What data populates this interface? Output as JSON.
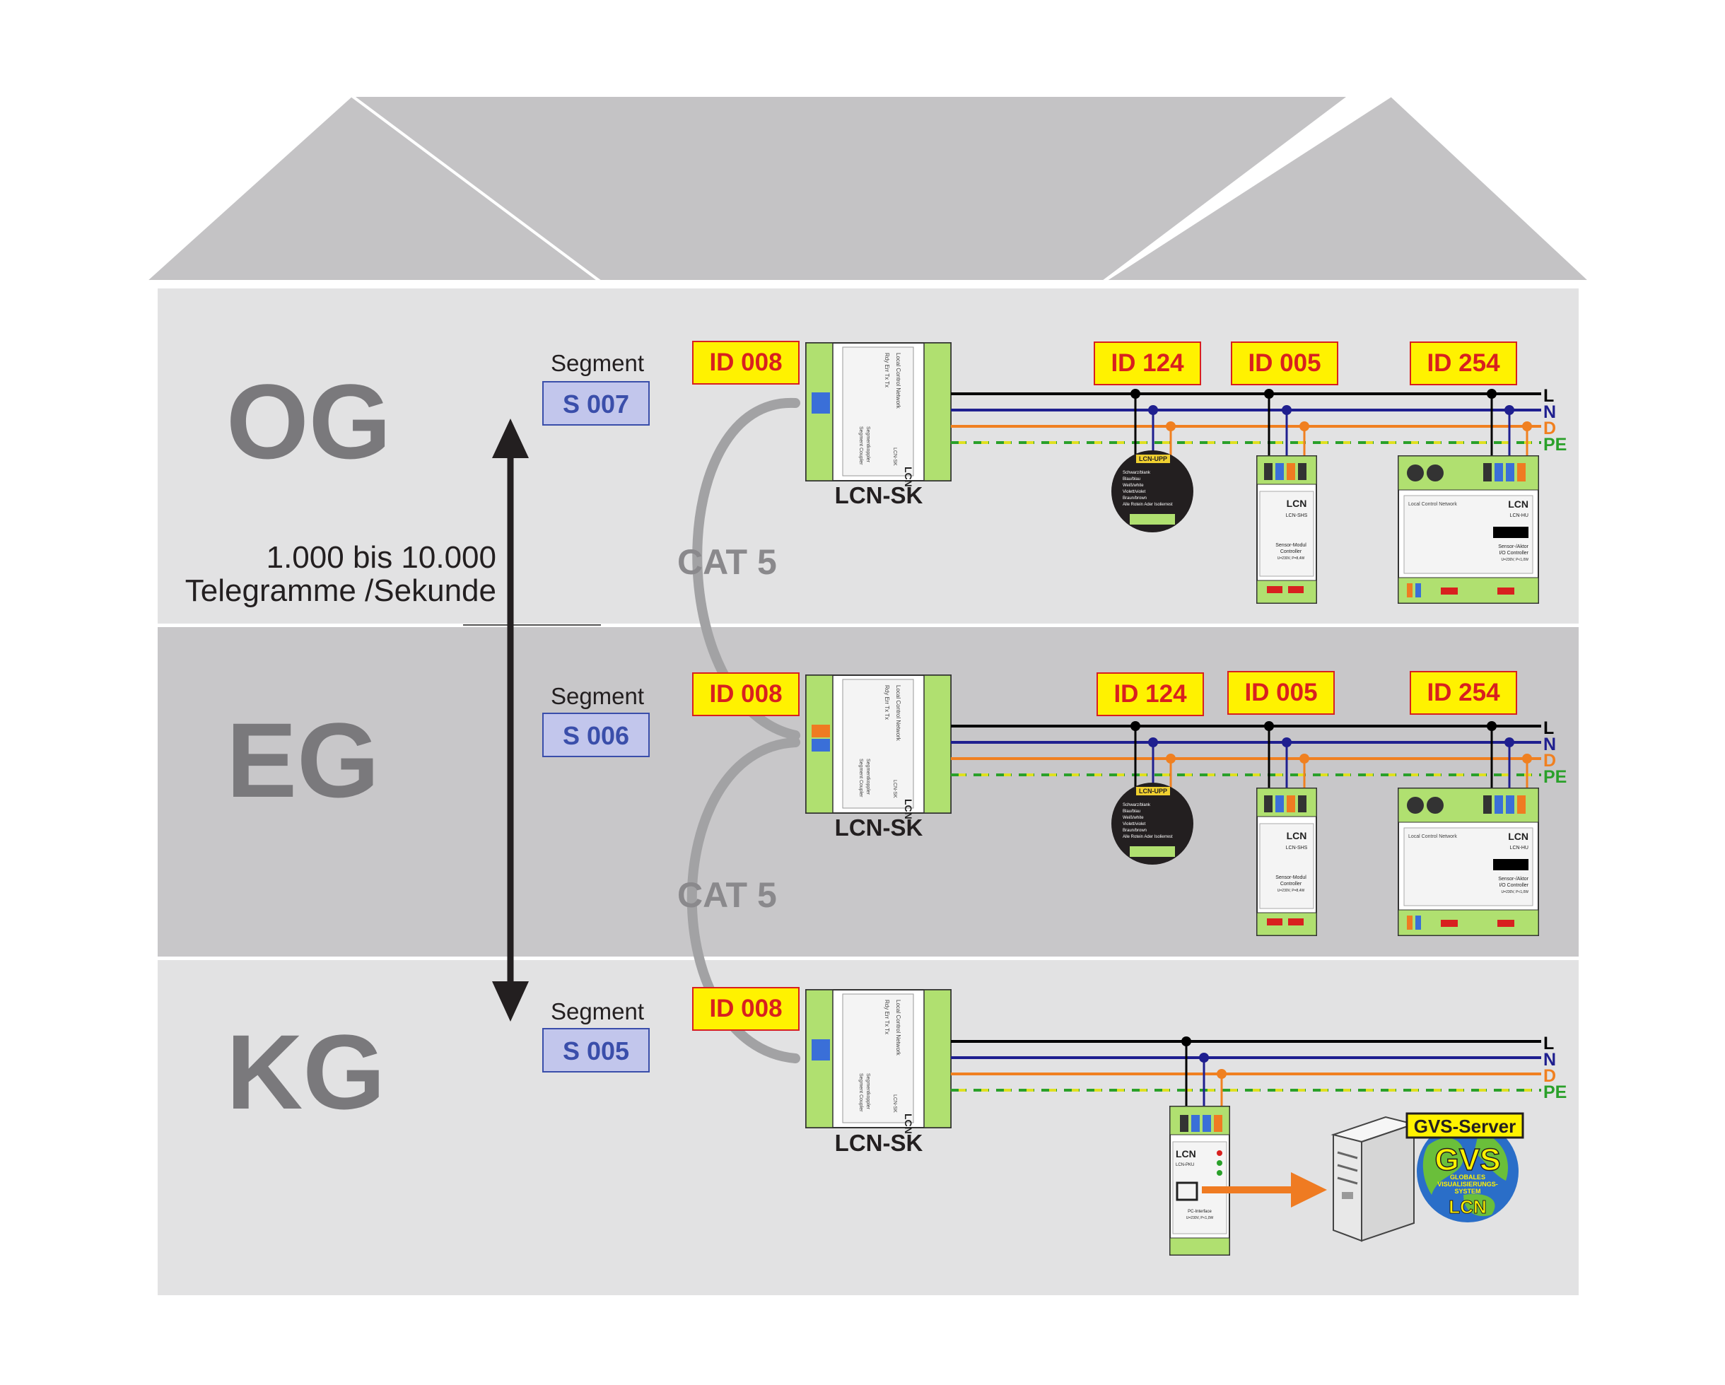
{
  "floors": [
    {
      "name": "OG",
      "segment_label": "Segment",
      "segment_id": "S 007",
      "coupler_id": "ID 008",
      "coupler_name": "LCN-SK",
      "modules": [
        {
          "id": "ID 124"
        },
        {
          "id": "ID 005"
        },
        {
          "id": "ID 254"
        }
      ]
    },
    {
      "name": "EG",
      "segment_label": "Segment",
      "segment_id": "S 006",
      "coupler_id": "ID 008",
      "coupler_name": "LCN-SK",
      "modules": [
        {
          "id": "ID 124"
        },
        {
          "id": "ID 005"
        },
        {
          "id": "ID 254"
        }
      ]
    },
    {
      "name": "KG",
      "segment_label": "Segment",
      "segment_id": "S 005",
      "coupler_id": "ID 008",
      "coupler_name": "LCN-SK"
    }
  ],
  "bus_lines": [
    {
      "label": "L",
      "color": "#000000"
    },
    {
      "label": "N",
      "color": "#1f1f8f"
    },
    {
      "label": "D",
      "color": "#f08020"
    },
    {
      "label": "PE",
      "color": "#2aa02a",
      "label_color": "#e0e020"
    }
  ],
  "cables": [
    {
      "label": "CAT 5"
    },
    {
      "label": "CAT 5"
    }
  ],
  "throughput": {
    "line1": "1.000 bis 10.000",
    "line2": "Telegramme /Sekunde"
  },
  "server": {
    "tag": "GVS-Server",
    "logo_main": "GVS",
    "logo_sub1": "GLOBALES",
    "logo_sub2": "VISUALISIERUNGS-",
    "logo_sub3": "SYSTEM",
    "logo_brand": "LCN"
  },
  "device_text": {
    "lcn": "LCN",
    "sk_net": "Local Control Network",
    "sk_leds": "Rdy Err Tx Tx",
    "sk_desc1": "Segmentkoppler",
    "sk_desc2": "Segment Coupler",
    "sk_model": "LCN-SK",
    "upp_model": "LCN-UPP",
    "upp_row1": "Schwarz/blank",
    "upp_row2": "Blau/blau",
    "upp_row3": "Weiß/white",
    "upp_row4": "Violett/violet",
    "upp_row5": "Braun/brown",
    "upp_row6": "Alle  Rotein  Ader  Isolierrest",
    "shs_model": "LCN-SHS",
    "shs_desc1": "Sensor-Modul",
    "shs_desc2": "Controller",
    "shs_rating": "U=230V, P=8,4W",
    "hu_net": "Local Control Network",
    "hu_model": "LCN-HU",
    "hu_desc1": "Sensor-/Aktor",
    "hu_desc2": "I/O Controller",
    "hu_rating": "U=230V, P<1,0W",
    "pk_model": "LCN-PKU",
    "pk_desc1": "PC-Interface",
    "pk_desc2": "U=230V, P<1,0W"
  },
  "colors": {
    "roof": "#c4c3c5",
    "og_bg": "#e2e2e3",
    "eg_bg": "#c8c7c9",
    "kg_bg": "#e2e2e3",
    "floor_text": "#7a797c",
    "id_box_fill": "#fff200",
    "id_box_text": "#d8201f",
    "segment_box_fill": "#c2c6ec",
    "segment_box_text": "#3a4eaa",
    "cable": "#a2a2a4",
    "module_green": "#b0e070",
    "arrow_orange": "#ef7b22"
  }
}
